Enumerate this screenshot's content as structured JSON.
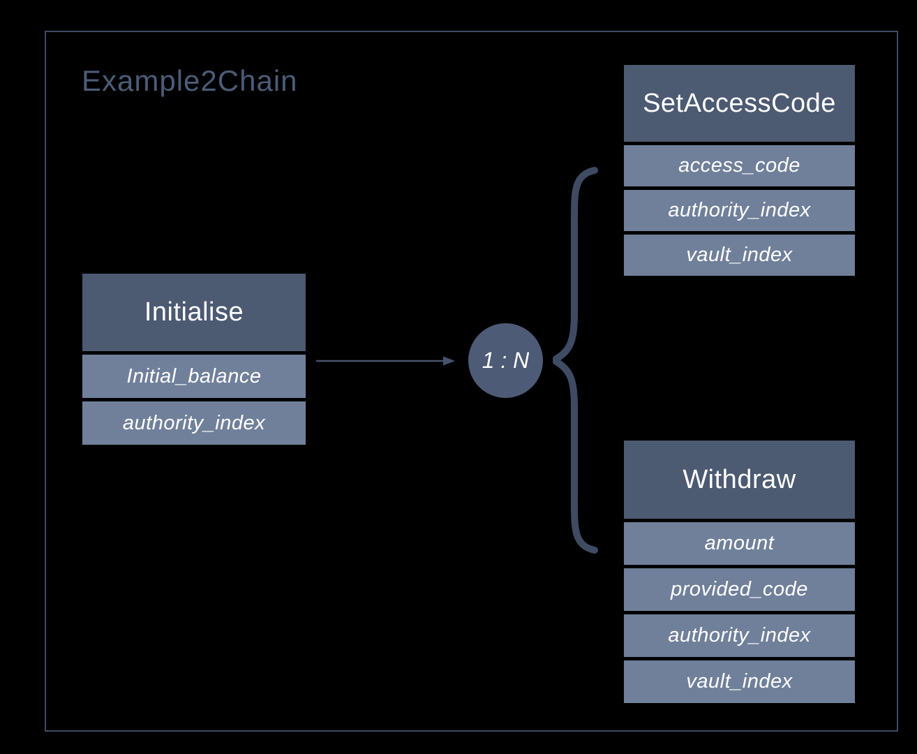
{
  "diagram": {
    "title": "Example2Chain",
    "relation_label": "1 : N",
    "entities": [
      {
        "name": "Initialise",
        "fields": [
          "Initial_balance",
          "authority_index"
        ]
      },
      {
        "name": "SetAccessCode",
        "fields": [
          "access_code",
          "authority_index",
          "vault_index"
        ]
      },
      {
        "name": "Withdraw",
        "fields": [
          "amount",
          "provided_code",
          "authority_index",
          "vault_index"
        ]
      }
    ],
    "colors": {
      "background": "#000000",
      "frame_border": "#3E4B62",
      "title_text": "#4C5C78",
      "entity_header_fill": "#4C5A72",
      "entity_row_fill": "#70809A",
      "entity_text": "#FFFFFF",
      "connector": "#46546D",
      "relation_circle_fill": "#4D5B76"
    }
  }
}
